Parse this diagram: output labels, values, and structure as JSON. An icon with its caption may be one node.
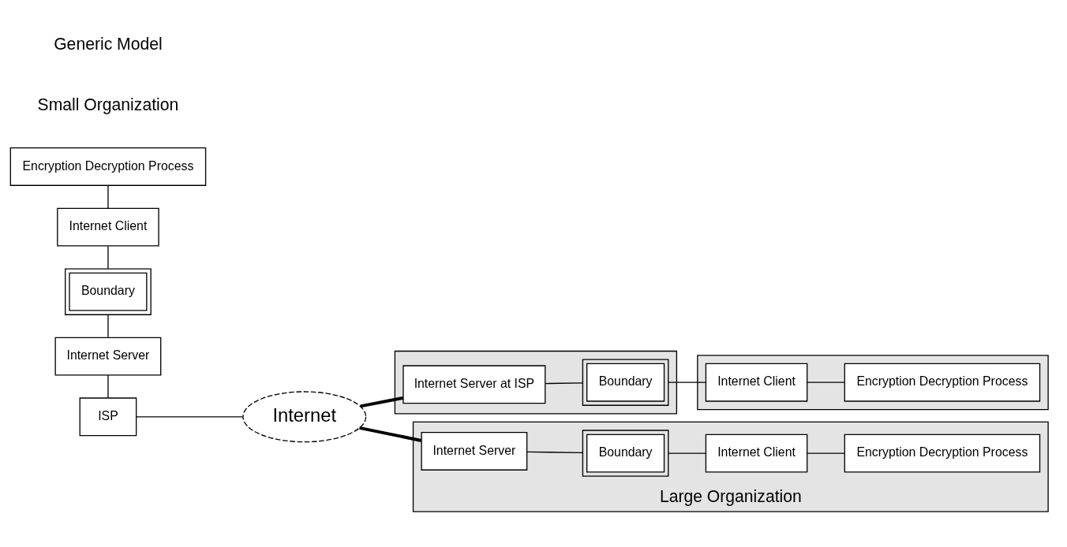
{
  "diagram": {
    "nodes": [
      {
        "text": [
          "Encryption Decryption Process"
        ]
      },
      {
        "text": [
          "Internet Client"
        ]
      },
      {
        "text": [
          "Boundary"
        ]
      },
      {
        "text": [
          "Internet Server"
        ]
      },
      {
        "text": [
          "ISP"
        ]
      },
      {
        "text": [
          "Internet"
        ]
      },
      {
        "text": [],
        "shape": "box"
      },
      {
        "text": [
          "Internet Server at ISP"
        ],
        "in": 6
      },
      {
        "text": [
          "Boundary"
        ],
        "in": 6
      },
      {
        "text": [],
        "shape": "box"
      },
      {
        "text": [
          "Internet Client"
        ],
        "in": 9
      },
      {
        "text": [
          "Encryption Decryption Process"
        ],
        "in": 9
      },
      {
        "text": [
          "Large Organization"
        ]
      },
      {
        "text": [
          "Internet Server"
        ],
        "in": 12
      },
      {
        "text": [
          "Boundary"
        ],
        "in": 12
      },
      {
        "text": [
          "Internet Client"
        ],
        "in": 12
      },
      {
        "text": [
          "Encryption Decryption Process"
        ],
        "in": 12
      }
    ],
    "edges": [
      {
        "from": 0,
        "to": 1,
        "arrow": "none"
      },
      {
        "from": 1,
        "to": 2,
        "arrow": "none"
      },
      {
        "from": 2,
        "to": 3,
        "arrow": "none"
      },
      {
        "from": 3,
        "to": 4,
        "arrow": "none"
      },
      {
        "from": 4,
        "to": 5,
        "arrow": "none"
      },
      {
        "from": 5,
        "to": 7,
        "arrow": "none",
        "style": "thick"
      },
      {
        "from": 7,
        "to": 8,
        "arrow": "none"
      },
      {
        "from": 8,
        "to": 10,
        "arrow": "none"
      },
      {
        "from": 10,
        "to": 11,
        "arrow": "none"
      },
      {
        "from": 5,
        "to": 13,
        "arrow": "none",
        "style": "thick"
      },
      {
        "from": 13,
        "to": 14,
        "arrow": "none"
      },
      {
        "from": 14,
        "to": 15,
        "arrow": "none"
      },
      {
        "from": 15,
        "to": 16,
        "arrow": "none"
      }
    ],
    "labels": [
      "Small Organization",
      "Generic Model"
    ]
  }
}
